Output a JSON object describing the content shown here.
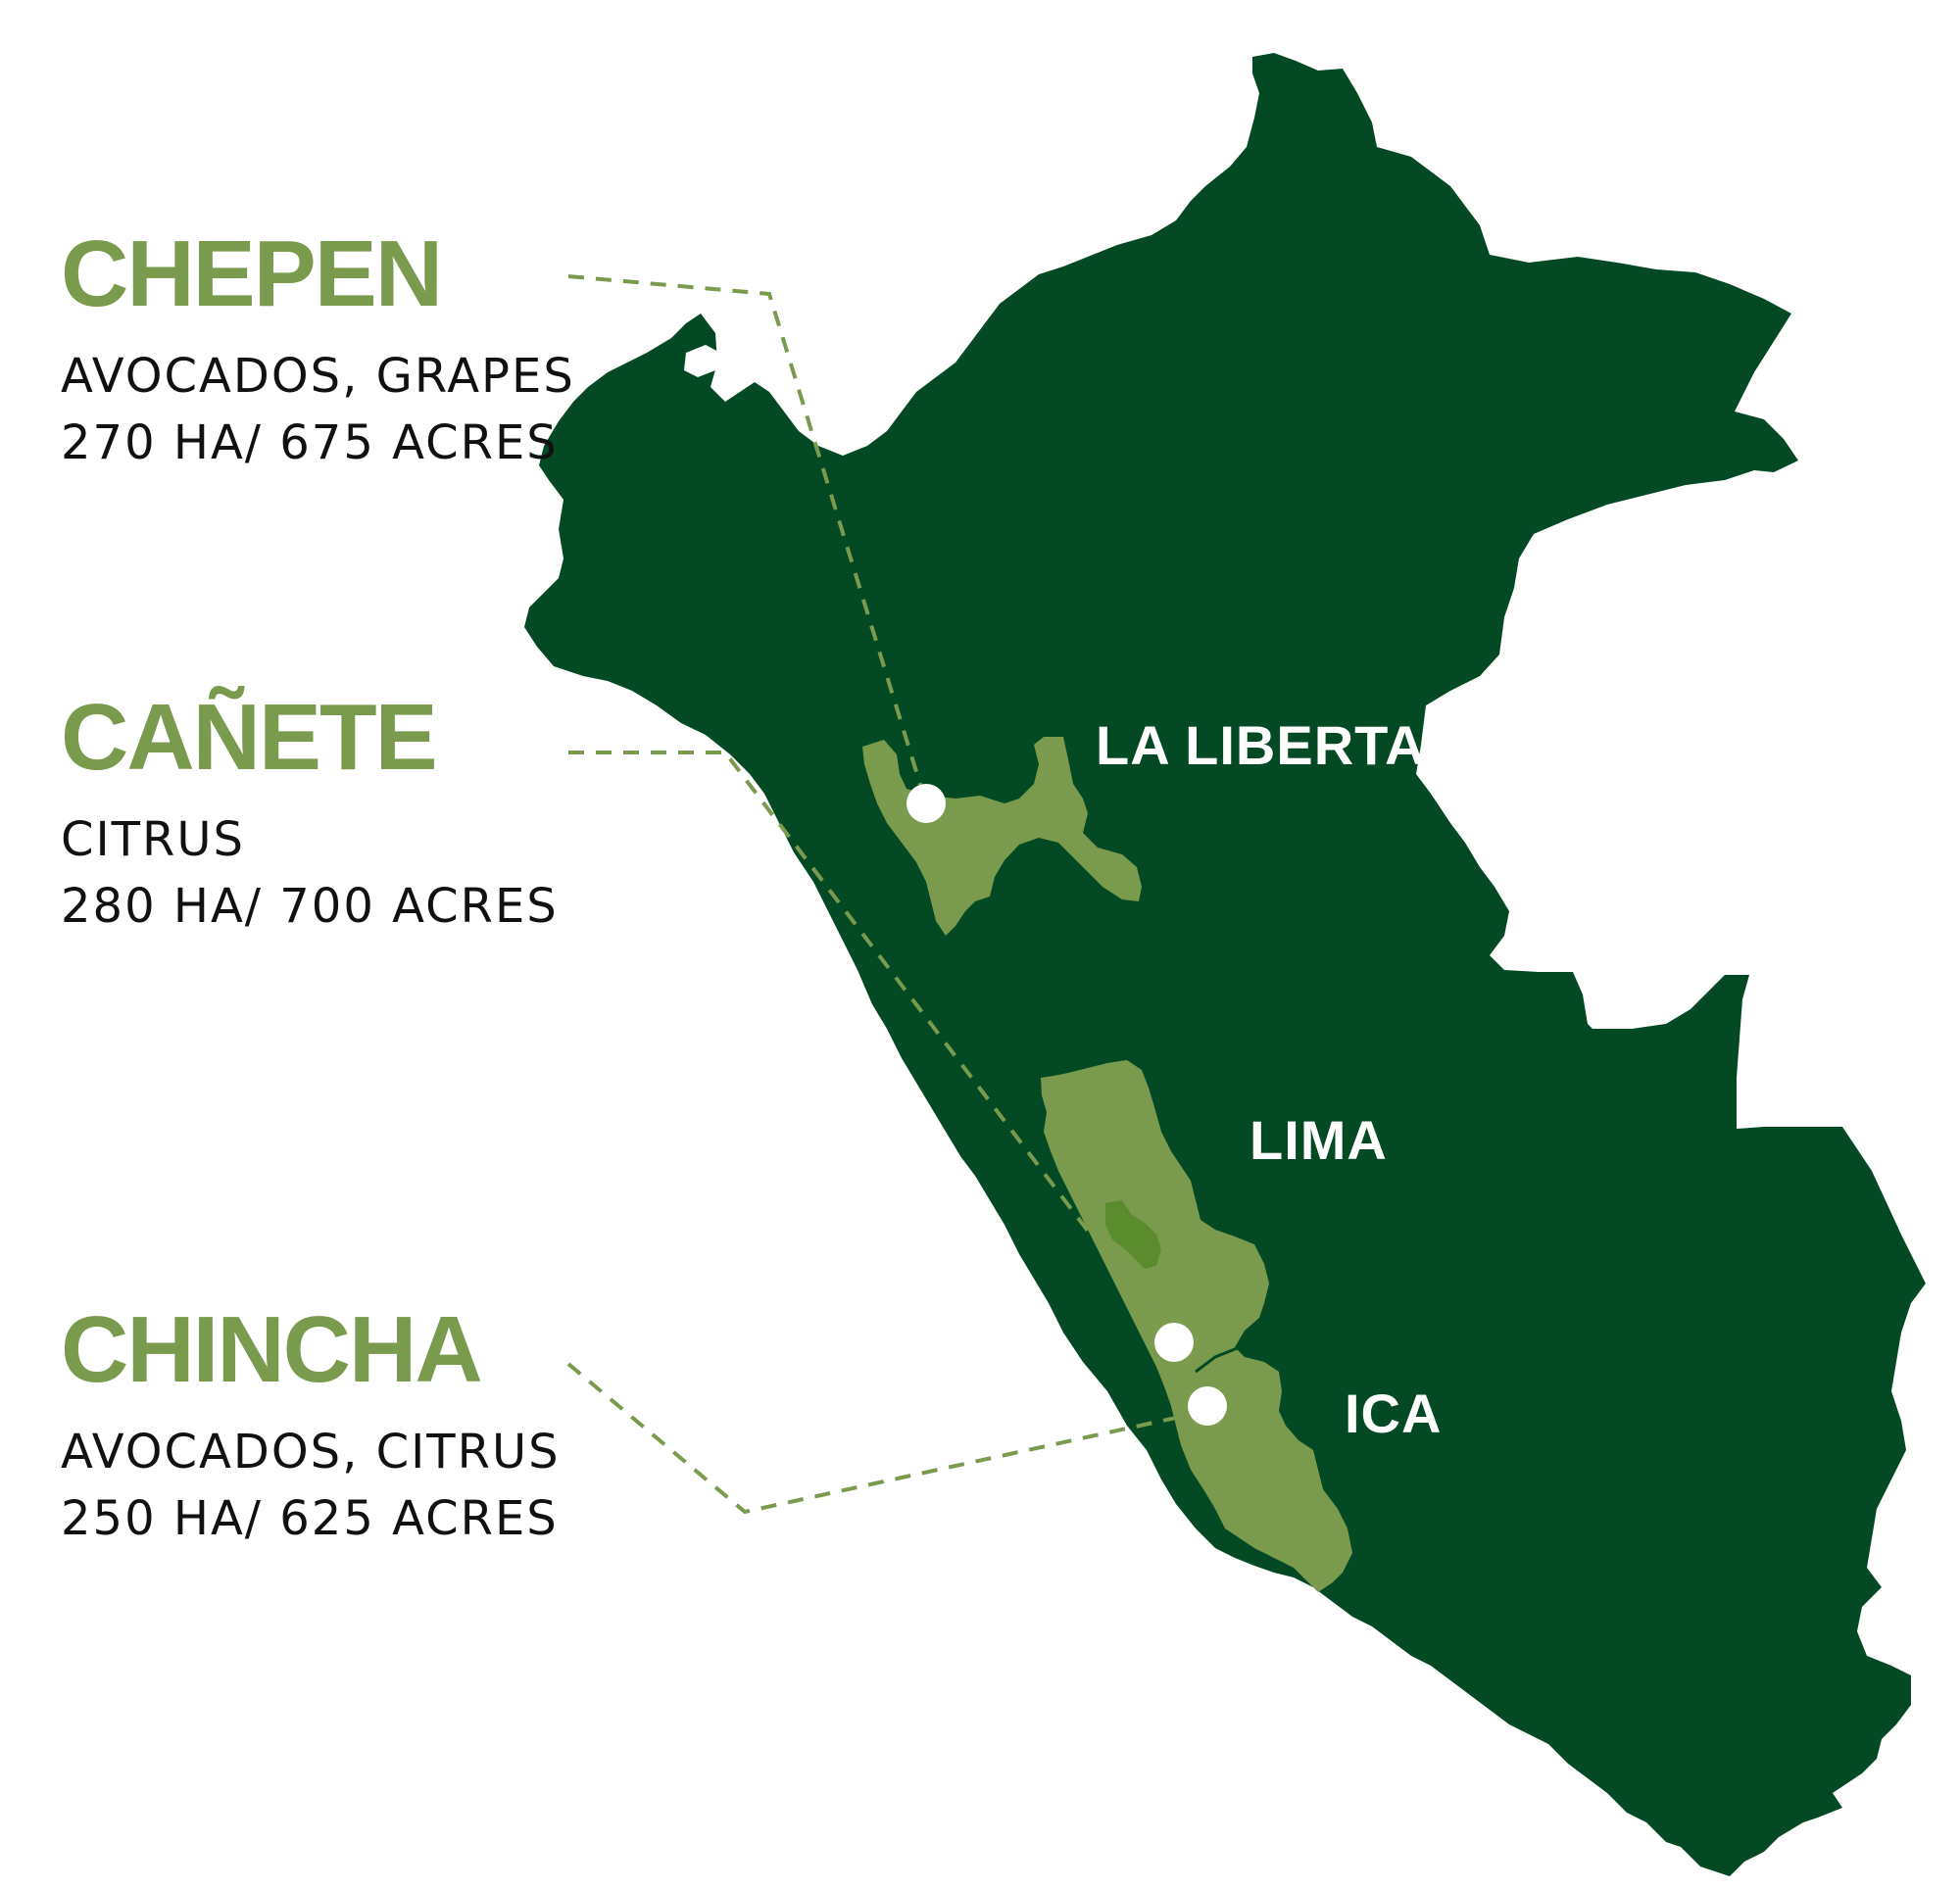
{
  "colors": {
    "country": "#034a24",
    "highlight_region": "#7a9a4e",
    "lima_city": "#5a8c2e",
    "title_green": "#7a9a4e",
    "dashed_line": "#7a9a4e",
    "text_dark": "#111111",
    "marker": "#ffffff"
  },
  "locations": [
    {
      "name": "CHEPEN",
      "crops": "AVOCADOS, GRAPES",
      "area": "270 HA/ 675 ACRES"
    },
    {
      "name": "CAÑETE",
      "crops": "CITRUS",
      "area": "280 HA/ 700 ACRES"
    },
    {
      "name": "CHINCHA",
      "crops": "AVOCADOS, CITRUS",
      "area": "250 HA/ 625 ACRES"
    }
  ],
  "regions": [
    {
      "label": "LA LIBERTAD"
    },
    {
      "label": "LIMA"
    },
    {
      "label": "ICA"
    }
  ]
}
